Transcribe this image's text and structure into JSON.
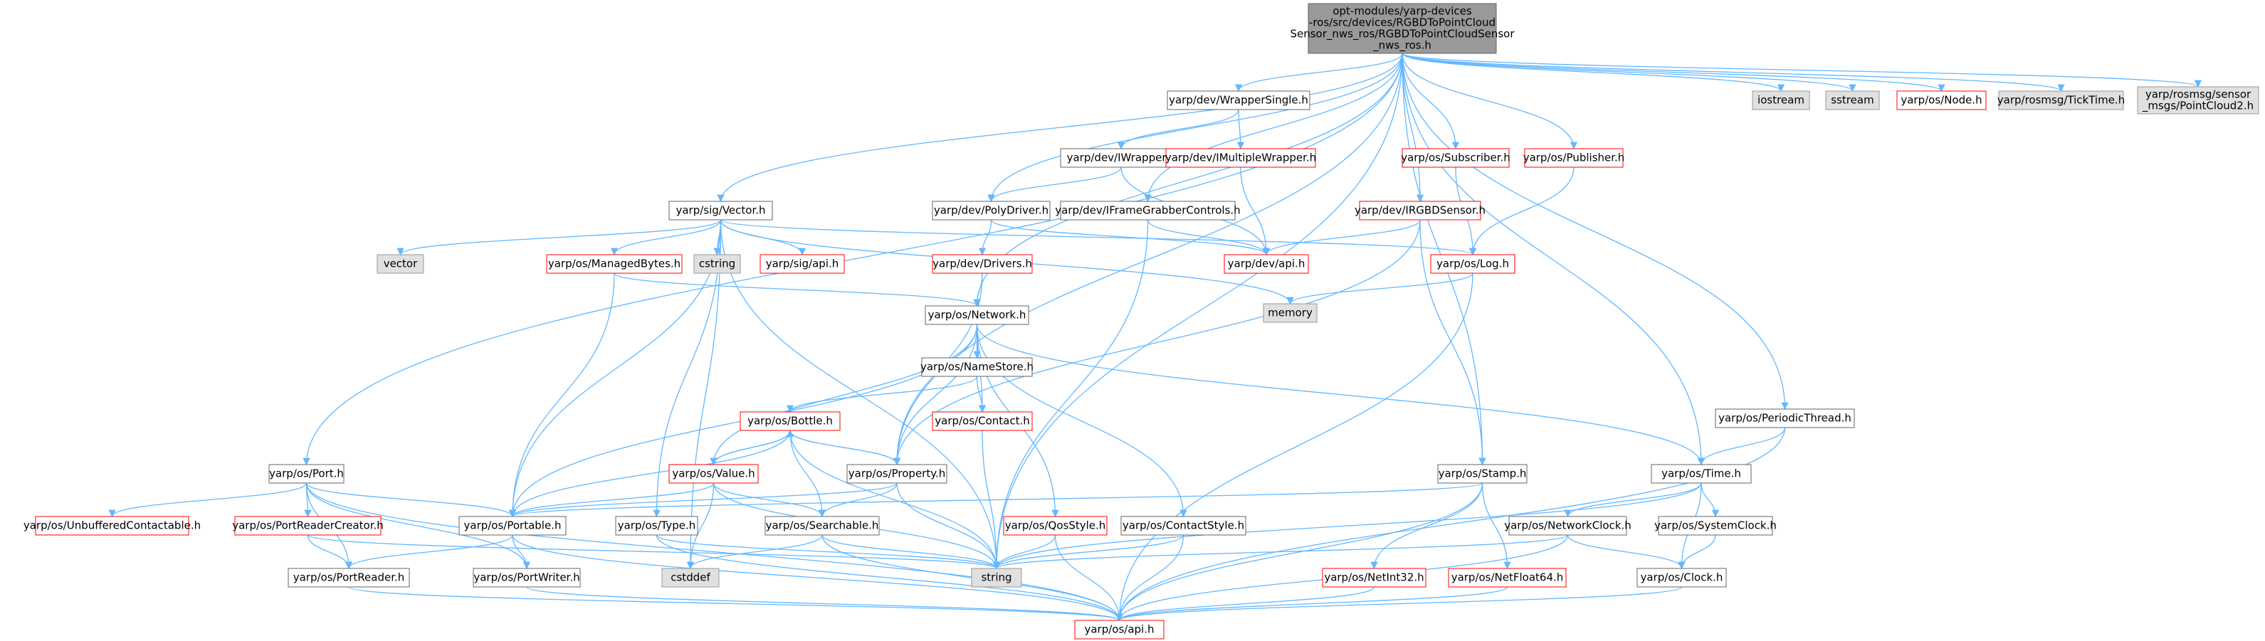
{
  "colors": {
    "edge": "#63b8ff",
    "normal_border": "#666666",
    "incomplete_border": "#ff0000",
    "external_fill": "#e0e0e0",
    "external_border": "#999999",
    "root_fill": "#999999",
    "root_border": "#666666",
    "text": "#000000"
  },
  "nodes": [
    {
      "id": "root",
      "style": "root",
      "lines": [
        "opt-modules/yarp-devices",
        "-ros/src/devices/RGBDToPointCloud",
        "Sensor_nws_ros/RGBDToPointCloudSensor",
        "_nws_ros.h"
      ]
    },
    {
      "id": "wrapperSingle",
      "style": "normal",
      "lines": [
        "yarp/dev/WrapperSingle.h"
      ]
    },
    {
      "id": "iostream",
      "style": "external",
      "lines": [
        "iostream"
      ]
    },
    {
      "id": "sstream",
      "style": "external",
      "lines": [
        "sstream"
      ]
    },
    {
      "id": "node",
      "style": "incomplete",
      "lines": [
        "yarp/os/Node.h"
      ]
    },
    {
      "id": "tickTime",
      "style": "external",
      "lines": [
        "yarp/rosmsg/TickTime.h"
      ]
    },
    {
      "id": "pointCloud2",
      "style": "external",
      "lines": [
        "yarp/rosmsg/sensor",
        "_msgs/PointCloud2.h"
      ]
    },
    {
      "id": "iWrapper",
      "style": "normal",
      "lines": [
        "yarp/dev/IWrapper.h"
      ]
    },
    {
      "id": "iMultiple",
      "style": "incomplete",
      "lines": [
        "yarp/dev/IMultipleWrapper.h"
      ]
    },
    {
      "id": "subscriber",
      "style": "incomplete",
      "lines": [
        "yarp/os/Subscriber.h"
      ]
    },
    {
      "id": "publisher",
      "style": "incomplete",
      "lines": [
        "yarp/os/Publisher.h"
      ]
    },
    {
      "id": "vector_h",
      "style": "normal",
      "lines": [
        "yarp/sig/Vector.h"
      ]
    },
    {
      "id": "polyDriver",
      "style": "normal",
      "lines": [
        "yarp/dev/PolyDriver.h"
      ]
    },
    {
      "id": "iFrameGrabber",
      "style": "normal",
      "lines": [
        "yarp/dev/IFrameGrabberControls.h"
      ]
    },
    {
      "id": "iRGBD",
      "style": "incomplete",
      "lines": [
        "yarp/dev/IRGBDSensor.h"
      ]
    },
    {
      "id": "vector",
      "style": "external",
      "lines": [
        "vector"
      ]
    },
    {
      "id": "cstring",
      "style": "external",
      "lines": [
        "cstring"
      ]
    },
    {
      "id": "managedBytes",
      "style": "incomplete",
      "lines": [
        "yarp/os/ManagedBytes.h"
      ]
    },
    {
      "id": "sigApi",
      "style": "incomplete",
      "lines": [
        "yarp/sig/api.h"
      ]
    },
    {
      "id": "devApi",
      "style": "incomplete",
      "lines": [
        "yarp/dev/api.h"
      ]
    },
    {
      "id": "osLog",
      "style": "incomplete",
      "lines": [
        "yarp/os/Log.h"
      ]
    },
    {
      "id": "drivers",
      "style": "incomplete",
      "lines": [
        "yarp/dev/Drivers.h"
      ]
    },
    {
      "id": "memory",
      "style": "external",
      "lines": [
        "memory"
      ]
    },
    {
      "id": "network",
      "style": "normal",
      "lines": [
        "yarp/os/Network.h"
      ]
    },
    {
      "id": "nameStore",
      "style": "normal",
      "lines": [
        "yarp/os/NameStore.h"
      ]
    },
    {
      "id": "bottle",
      "style": "incomplete",
      "lines": [
        "yarp/os/Bottle.h"
      ]
    },
    {
      "id": "contact",
      "style": "incomplete",
      "lines": [
        "yarp/os/Contact.h"
      ]
    },
    {
      "id": "periodicThread",
      "style": "normal",
      "lines": [
        "yarp/os/PeriodicThread.h"
      ]
    },
    {
      "id": "port",
      "style": "normal",
      "lines": [
        "yarp/os/Port.h"
      ]
    },
    {
      "id": "value",
      "style": "incomplete",
      "lines": [
        "yarp/os/Value.h"
      ]
    },
    {
      "id": "property",
      "style": "normal",
      "lines": [
        "yarp/os/Property.h"
      ]
    },
    {
      "id": "stamp",
      "style": "normal",
      "lines": [
        "yarp/os/Stamp.h"
      ]
    },
    {
      "id": "time",
      "style": "normal",
      "lines": [
        "yarp/os/Time.h"
      ]
    },
    {
      "id": "unbuffered",
      "style": "incomplete",
      "lines": [
        "yarp/os/UnbufferedContactable.h"
      ]
    },
    {
      "id": "portReaderCreator",
      "style": "incomplete",
      "lines": [
        "yarp/os/PortReaderCreator.h"
      ]
    },
    {
      "id": "portable",
      "style": "normal",
      "lines": [
        "yarp/os/Portable.h"
      ]
    },
    {
      "id": "type",
      "style": "normal",
      "lines": [
        "yarp/os/Type.h"
      ]
    },
    {
      "id": "searchable",
      "style": "normal",
      "lines": [
        "yarp/os/Searchable.h"
      ]
    },
    {
      "id": "qosStyle",
      "style": "incomplete",
      "lines": [
        "yarp/os/QosStyle.h"
      ]
    },
    {
      "id": "contactStyle",
      "style": "normal",
      "lines": [
        "yarp/os/ContactStyle.h"
      ]
    },
    {
      "id": "networkClock",
      "style": "normal",
      "lines": [
        "yarp/os/NetworkClock.h"
      ]
    },
    {
      "id": "systemClock",
      "style": "normal",
      "lines": [
        "yarp/os/SystemClock.h"
      ]
    },
    {
      "id": "cstddef",
      "style": "external",
      "lines": [
        "cstddef"
      ]
    },
    {
      "id": "string",
      "style": "external",
      "lines": [
        "string"
      ]
    },
    {
      "id": "portReader",
      "style": "normal",
      "lines": [
        "yarp/os/PortReader.h"
      ]
    },
    {
      "id": "portWriter",
      "style": "normal",
      "lines": [
        "yarp/os/PortWriter.h"
      ]
    },
    {
      "id": "netInt32",
      "style": "incomplete",
      "lines": [
        "yarp/os/NetInt32.h"
      ]
    },
    {
      "id": "netFloat64",
      "style": "incomplete",
      "lines": [
        "yarp/os/NetFloat64.h"
      ]
    },
    {
      "id": "clock",
      "style": "normal",
      "lines": [
        "yarp/os/Clock.h"
      ]
    },
    {
      "id": "osApi",
      "style": "incomplete",
      "lines": [
        "yarp/os/api.h"
      ]
    }
  ],
  "edges": [
    [
      "root",
      "wrapperSingle"
    ],
    [
      "root",
      "iostream"
    ],
    [
      "root",
      "sstream"
    ],
    [
      "root",
      "node"
    ],
    [
      "root",
      "tickTime"
    ],
    [
      "root",
      "pointCloud2"
    ],
    [
      "root",
      "subscriber"
    ],
    [
      "root",
      "publisher"
    ],
    [
      "root",
      "vector_h"
    ],
    [
      "root",
      "polyDriver"
    ],
    [
      "root",
      "iFrameGrabber"
    ],
    [
      "root",
      "iRGBD"
    ],
    [
      "root",
      "network"
    ],
    [
      "root",
      "property"
    ],
    [
      "root",
      "port"
    ],
    [
      "root",
      "periodicThread"
    ],
    [
      "root",
      "stamp"
    ],
    [
      "root",
      "time"
    ],
    [
      "root",
      "string"
    ],
    [
      "wrapperSingle",
      "iWrapper"
    ],
    [
      "wrapperSingle",
      "iMultiple"
    ],
    [
      "iWrapper",
      "polyDriver"
    ],
    [
      "iWrapper",
      "devApi"
    ],
    [
      "iMultiple",
      "devApi"
    ],
    [
      "subscriber",
      "osLog"
    ],
    [
      "publisher",
      "osLog"
    ],
    [
      "polyDriver",
      "drivers"
    ],
    [
      "polyDriver",
      "devApi"
    ],
    [
      "iFrameGrabber",
      "devApi"
    ],
    [
      "iFrameGrabber",
      "string"
    ],
    [
      "iRGBD",
      "devApi"
    ],
    [
      "iRGBD",
      "property"
    ],
    [
      "iRGBD",
      "stamp"
    ],
    [
      "vector_h",
      "vector"
    ],
    [
      "vector_h",
      "cstring"
    ],
    [
      "vector_h",
      "managedBytes"
    ],
    [
      "vector_h",
      "sigApi"
    ],
    [
      "vector_h",
      "osLog"
    ],
    [
      "vector_h",
      "memory"
    ],
    [
      "vector_h",
      "portable"
    ],
    [
      "vector_h",
      "type"
    ],
    [
      "vector_h",
      "cstddef"
    ],
    [
      "vector_h",
      "string"
    ],
    [
      "managedBytes",
      "network"
    ],
    [
      "managedBytes",
      "portable"
    ],
    [
      "osLog",
      "memory"
    ],
    [
      "osLog",
      "osApi"
    ],
    [
      "drivers",
      "network"
    ],
    [
      "drivers",
      "property"
    ],
    [
      "network",
      "nameStore"
    ],
    [
      "network",
      "contact"
    ],
    [
      "network",
      "value"
    ],
    [
      "network",
      "property"
    ],
    [
      "network",
      "qosStyle"
    ],
    [
      "network",
      "contactStyle"
    ],
    [
      "network",
      "portable"
    ],
    [
      "network",
      "time"
    ],
    [
      "nameStore",
      "bottle"
    ],
    [
      "nameStore",
      "contact"
    ],
    [
      "bottle",
      "value"
    ],
    [
      "bottle",
      "property"
    ],
    [
      "bottle",
      "portable"
    ],
    [
      "bottle",
      "searchable"
    ],
    [
      "bottle",
      "string"
    ],
    [
      "contact",
      "string"
    ],
    [
      "value",
      "bottle"
    ],
    [
      "value",
      "portable"
    ],
    [
      "value",
      "searchable"
    ],
    [
      "value",
      "cstddef"
    ],
    [
      "value",
      "string"
    ],
    [
      "property",
      "bottle"
    ],
    [
      "property",
      "portable"
    ],
    [
      "property",
      "searchable"
    ],
    [
      "property",
      "string"
    ],
    [
      "periodicThread",
      "time"
    ],
    [
      "periodicThread",
      "osApi"
    ],
    [
      "port",
      "unbuffered"
    ],
    [
      "port",
      "portReaderCreator"
    ],
    [
      "port",
      "portable"
    ],
    [
      "port",
      "portReader"
    ],
    [
      "port",
      "portWriter"
    ],
    [
      "port",
      "osApi"
    ],
    [
      "portReaderCreator",
      "portReader"
    ],
    [
      "portReaderCreator",
      "string"
    ],
    [
      "portable",
      "portReader"
    ],
    [
      "portable",
      "portWriter"
    ],
    [
      "portable",
      "osApi"
    ],
    [
      "type",
      "string"
    ],
    [
      "type",
      "osApi"
    ],
    [
      "searchable",
      "cstddef"
    ],
    [
      "searchable",
      "string"
    ],
    [
      "searchable",
      "osApi"
    ],
    [
      "qosStyle",
      "string"
    ],
    [
      "qosStyle",
      "osApi"
    ],
    [
      "contactStyle",
      "string"
    ],
    [
      "contactStyle",
      "osApi"
    ],
    [
      "stamp",
      "portable"
    ],
    [
      "stamp",
      "netInt32"
    ],
    [
      "stamp",
      "netFloat64"
    ],
    [
      "stamp",
      "osApi"
    ],
    [
      "time",
      "networkClock"
    ],
    [
      "time",
      "systemClock"
    ],
    [
      "time",
      "clock"
    ],
    [
      "time",
      "string"
    ],
    [
      "networkClock",
      "clock"
    ],
    [
      "networkClock",
      "string"
    ],
    [
      "networkClock",
      "osApi"
    ],
    [
      "systemClock",
      "clock"
    ],
    [
      "portReader",
      "osApi"
    ],
    [
      "portWriter",
      "osApi"
    ],
    [
      "netInt32",
      "osApi"
    ],
    [
      "netFloat64",
      "osApi"
    ],
    [
      "clock",
      "osApi"
    ]
  ]
}
